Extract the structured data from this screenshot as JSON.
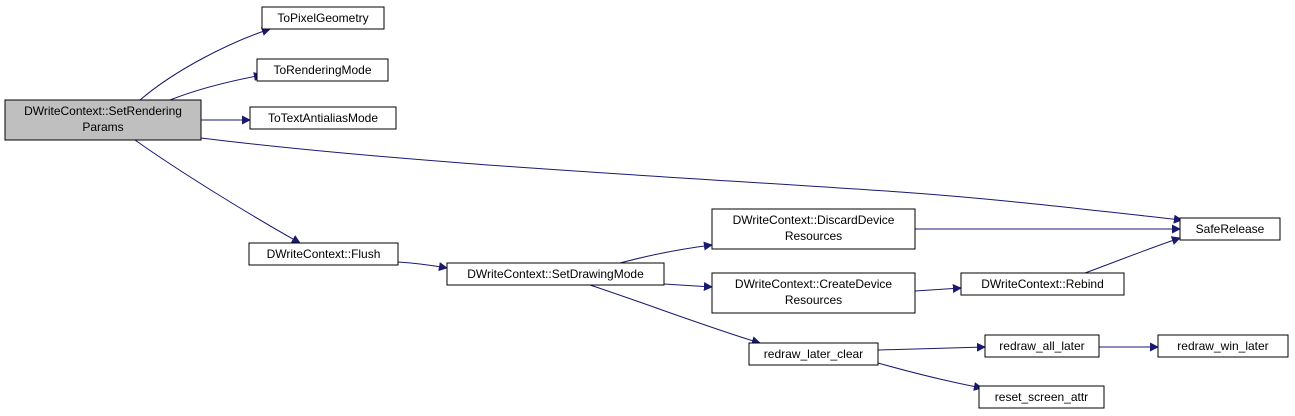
{
  "colors": {
    "edge": "#191970",
    "root_fill": "#bfbfbf",
    "node_fill": "#ffffff",
    "border": "#000000"
  },
  "nodes": {
    "set_rendering_params": {
      "lines": [
        "DWriteContext::SetRendering",
        "Params"
      ]
    },
    "to_pixel_geometry": {
      "lines": [
        "ToPixelGeometry"
      ]
    },
    "to_rendering_mode": {
      "lines": [
        "ToRenderingMode"
      ]
    },
    "to_text_antialias_mode": {
      "lines": [
        "ToTextAntialiasMode"
      ]
    },
    "flush": {
      "lines": [
        "DWriteContext::Flush"
      ]
    },
    "set_drawing_mode": {
      "lines": [
        "DWriteContext::SetDrawingMode"
      ]
    },
    "discard_device_resources": {
      "lines": [
        "DWriteContext::DiscardDevice",
        "Resources"
      ]
    },
    "create_device_resources": {
      "lines": [
        "DWriteContext::CreateDevice",
        "Resources"
      ]
    },
    "redraw_later_clear": {
      "lines": [
        "redraw_later_clear"
      ]
    },
    "safe_release": {
      "lines": [
        "SafeRelease"
      ]
    },
    "rebind": {
      "lines": [
        "DWriteContext::Rebind"
      ]
    },
    "redraw_all_later": {
      "lines": [
        "redraw_all_later"
      ]
    },
    "reset_screen_attr": {
      "lines": [
        "reset_screen_attr"
      ]
    },
    "redraw_win_later": {
      "lines": [
        "redraw_win_later"
      ]
    }
  },
  "edges": [
    {
      "from": "set_rendering_params",
      "to": "to_pixel_geometry"
    },
    {
      "from": "set_rendering_params",
      "to": "to_rendering_mode"
    },
    {
      "from": "set_rendering_params",
      "to": "to_text_antialias_mode"
    },
    {
      "from": "set_rendering_params",
      "to": "safe_release"
    },
    {
      "from": "set_rendering_params",
      "to": "flush"
    },
    {
      "from": "flush",
      "to": "set_drawing_mode"
    },
    {
      "from": "set_drawing_mode",
      "to": "discard_device_resources"
    },
    {
      "from": "set_drawing_mode",
      "to": "create_device_resources"
    },
    {
      "from": "set_drawing_mode",
      "to": "redraw_later_clear"
    },
    {
      "from": "discard_device_resources",
      "to": "safe_release"
    },
    {
      "from": "create_device_resources",
      "to": "rebind"
    },
    {
      "from": "rebind",
      "to": "safe_release"
    },
    {
      "from": "redraw_later_clear",
      "to": "redraw_all_later"
    },
    {
      "from": "redraw_later_clear",
      "to": "reset_screen_attr"
    },
    {
      "from": "redraw_all_later",
      "to": "redraw_win_later"
    }
  ]
}
